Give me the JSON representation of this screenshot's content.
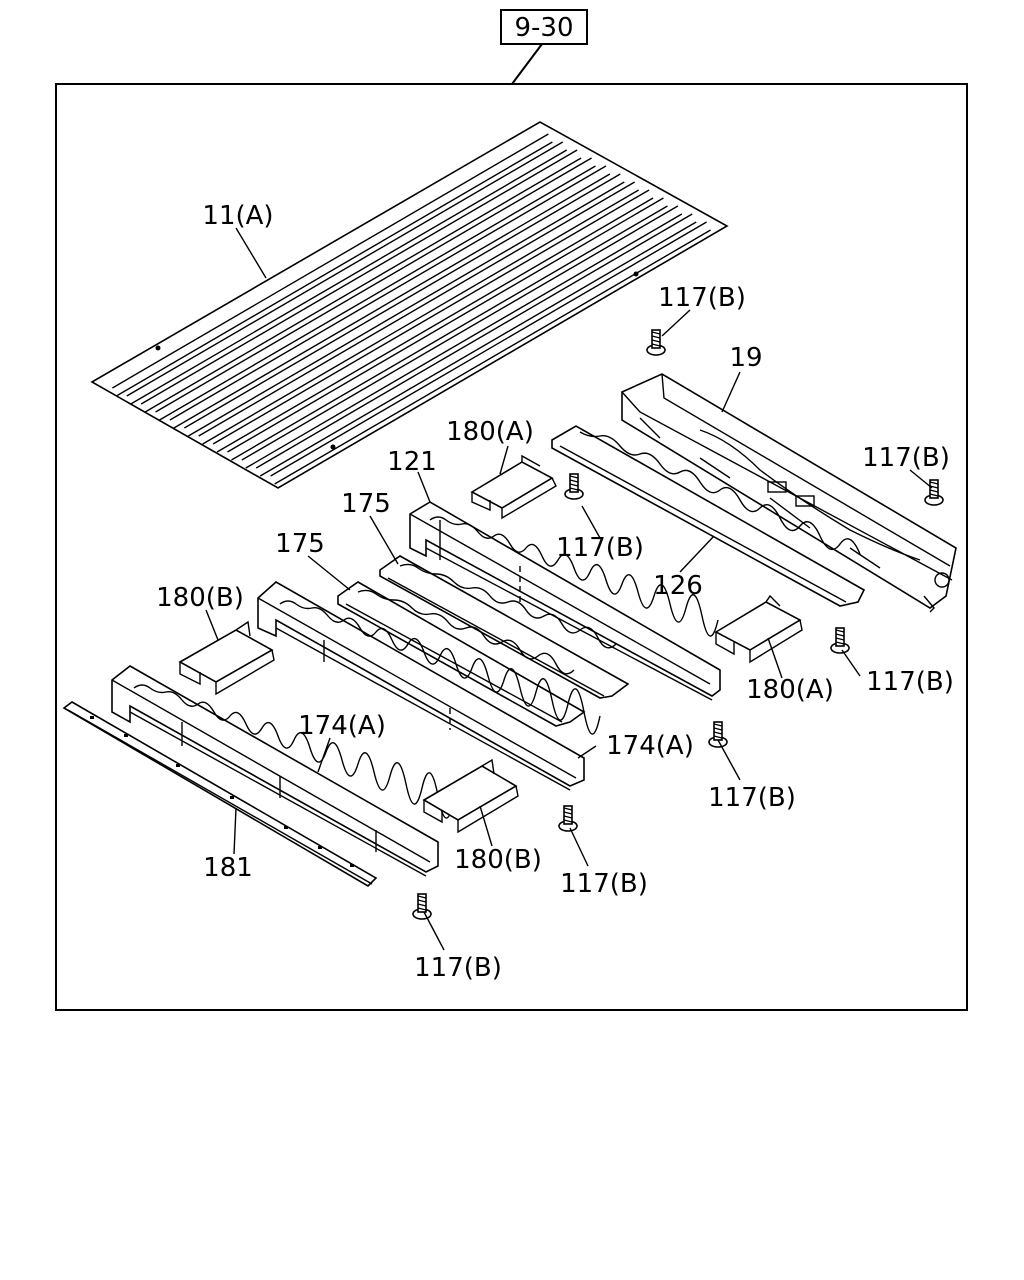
{
  "diagram": {
    "page_ref": "9-30",
    "labels": {
      "floor_panel": "11(A)",
      "bolt_top": "117(B)",
      "rear_sill": "19",
      "bolt_right_top": "117(B)",
      "bracket_a_upper": "180(A)",
      "crossmember_121": "121",
      "bolt_mid_upper": "117(B)",
      "member_126": "126",
      "member_175_upper": "175",
      "member_175_lower": "175",
      "bracket_b_upper": "180(B)",
      "bracket_a_lower": "180(A)",
      "bolt_right_mid": "117(B)",
      "member_174a_left": "174(A)",
      "member_174a_right": "174(A)",
      "bolt_mid_center": "117(B)",
      "bracket_b_lower": "180(B)",
      "sill_181": "181",
      "bolt_lower_center": "117(B)",
      "bolt_bottom": "117(B)"
    }
  }
}
